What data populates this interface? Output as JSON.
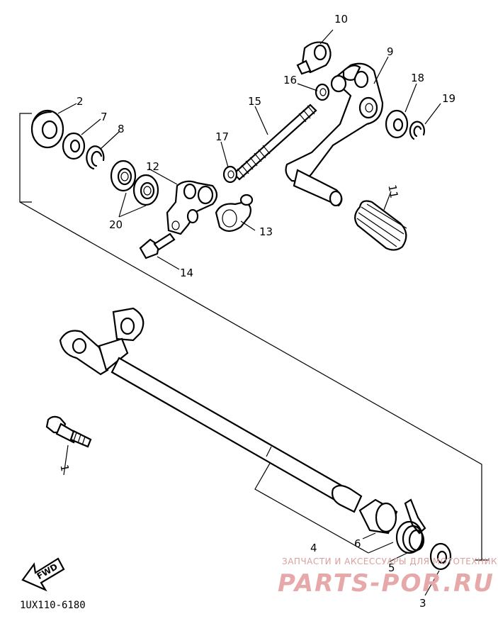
{
  "diagram_code": "1UX110-6180",
  "fwd_label": "FWD",
  "watermark": {
    "line1": "ЗАПЧАСТИ И АКСЕССУАРЫ ДЛЯ МОТОТЕХНИКИ",
    "line2": "PARTS-POR.RU"
  },
  "callouts": {
    "c1": "1",
    "c2": "2",
    "c3": "3",
    "c4": "4",
    "c5": "5",
    "c6": "6",
    "c7": "7",
    "c8": "8",
    "c9": "9",
    "c10": "10",
    "c11": "11",
    "c12": "12",
    "c13": "13",
    "c14": "14",
    "c15": "15",
    "c16": "16",
    "c17": "17",
    "c18": "18",
    "c19": "19",
    "c20": "20"
  }
}
